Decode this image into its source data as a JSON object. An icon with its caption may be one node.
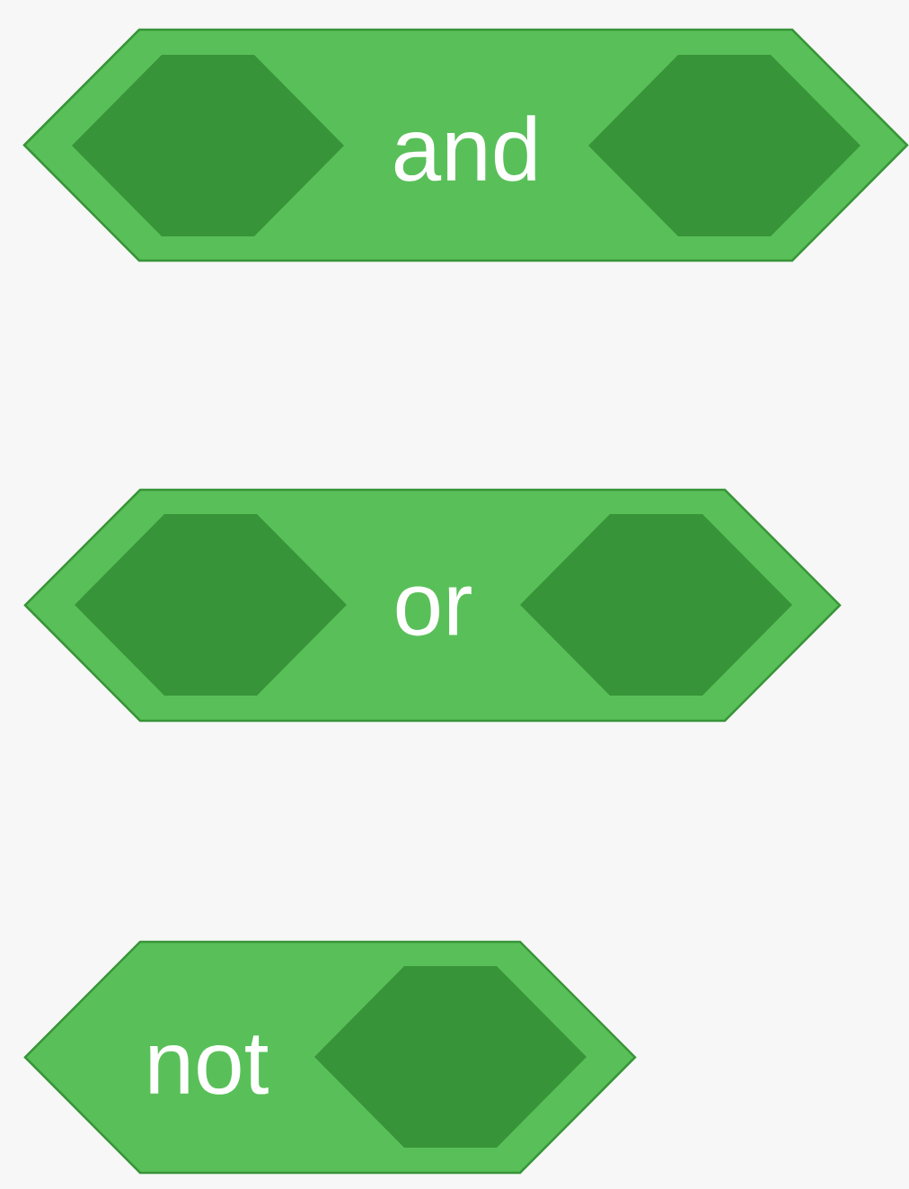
{
  "diagram": {
    "nodes": [
      {
        "text": [
          "and"
        ]
      },
      {
        "text": [],
        "shape": "hexagon",
        "in": 0
      },
      {
        "text": [],
        "shape": "hexagon",
        "in": 0
      },
      {
        "text": [
          "or"
        ]
      },
      {
        "text": [],
        "shape": "hexagon",
        "in": 3
      },
      {
        "text": [],
        "shape": "hexagon",
        "in": 3
      },
      {
        "text": [
          "not"
        ]
      },
      {
        "text": [],
        "shape": "hexagon",
        "in": 6
      }
    ]
  }
}
